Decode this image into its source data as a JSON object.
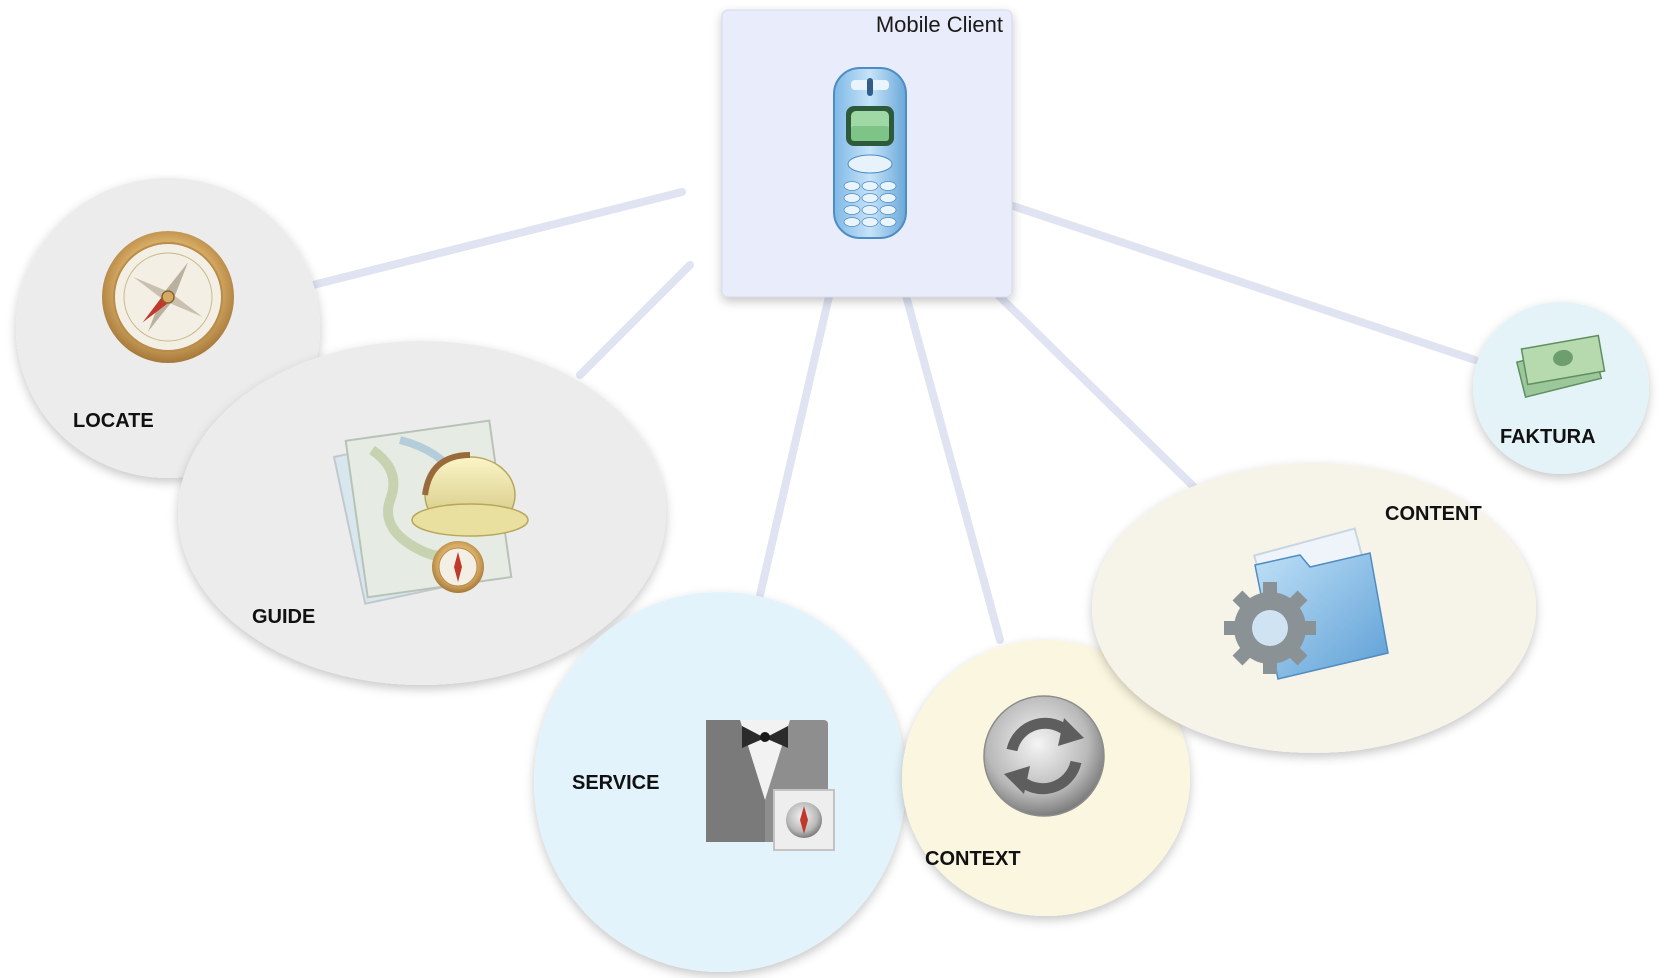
{
  "hub": {
    "title": "Mobile Client",
    "icon": "mobile-phone-icon"
  },
  "nodes": {
    "locate": {
      "label": "LOCATE",
      "icon": "compass-icon"
    },
    "guide": {
      "label": "GUIDE",
      "icon": "map-and-pith-helmet-icon"
    },
    "service": {
      "label": "SERVICE",
      "icon": "butler-tuxedo-icon"
    },
    "context": {
      "label": "CONTEXT",
      "icon": "sync-arrows-icon"
    },
    "content": {
      "label": "CONTENT",
      "icon": "folder-gear-icon"
    },
    "faktura": {
      "label": "FAKTURA",
      "icon": "money-bills-icon"
    }
  },
  "colors": {
    "hub_fill": "#e9ecfb",
    "connector": "#dfe3f2",
    "locate_fill": "#ececec",
    "guide_fill": "#ececec",
    "service_fill": "#e3f3fb",
    "context_fill": "#fbf6df",
    "content_fill": "#f6f3e9",
    "faktura_fill": "#e3f3f8"
  }
}
